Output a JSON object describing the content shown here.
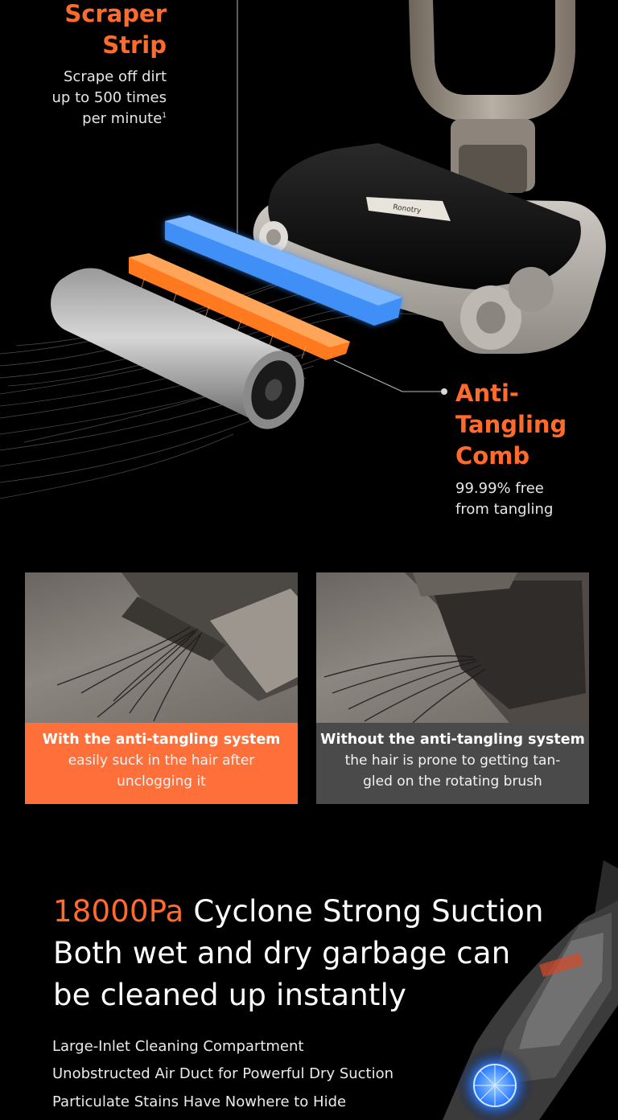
{
  "scraper": {
    "title_line1": "Scraper",
    "title_line2": "Strip",
    "desc_line1": "Scrape off dirt",
    "desc_line2": "up to 500 times",
    "desc_line3": "per minute",
    "footnote": "1"
  },
  "comb": {
    "title_line1": "Anti-",
    "title_line2": "Tangling",
    "title_line3": "Comb",
    "desc_line1": "99.99% free",
    "desc_line2": "from tangling"
  },
  "device_logo": "Ronotry",
  "comparison": {
    "with": {
      "heading": "With the anti-tangling system",
      "body_line1": "easily suck in the hair after",
      "body_line2": "unclogging it"
    },
    "without": {
      "heading": "Without the anti-tangling system",
      "body_line1": "the hair is prone to getting tan-",
      "body_line2": "gled on the rotating brush"
    }
  },
  "suction": {
    "accent": "18000Pa",
    "line1_rest": " Cyclone Strong Suction",
    "line2": "Both wet and dry garbage can",
    "line3": "be cleaned up instantly",
    "bullets": [
      "Large-Inlet Cleaning Compartment",
      "Unobstructed Air Duct for Powerful Dry Suction",
      "Particulate Stains Have Nowhere to Hide"
    ]
  },
  "colors": {
    "accent_orange": "#ff6b2c",
    "panel_with": "#ff6f3a",
    "panel_without": "#4a4a4a",
    "scraper_blue": "#3a8dff",
    "comb_orange": "#ff7a1f"
  }
}
